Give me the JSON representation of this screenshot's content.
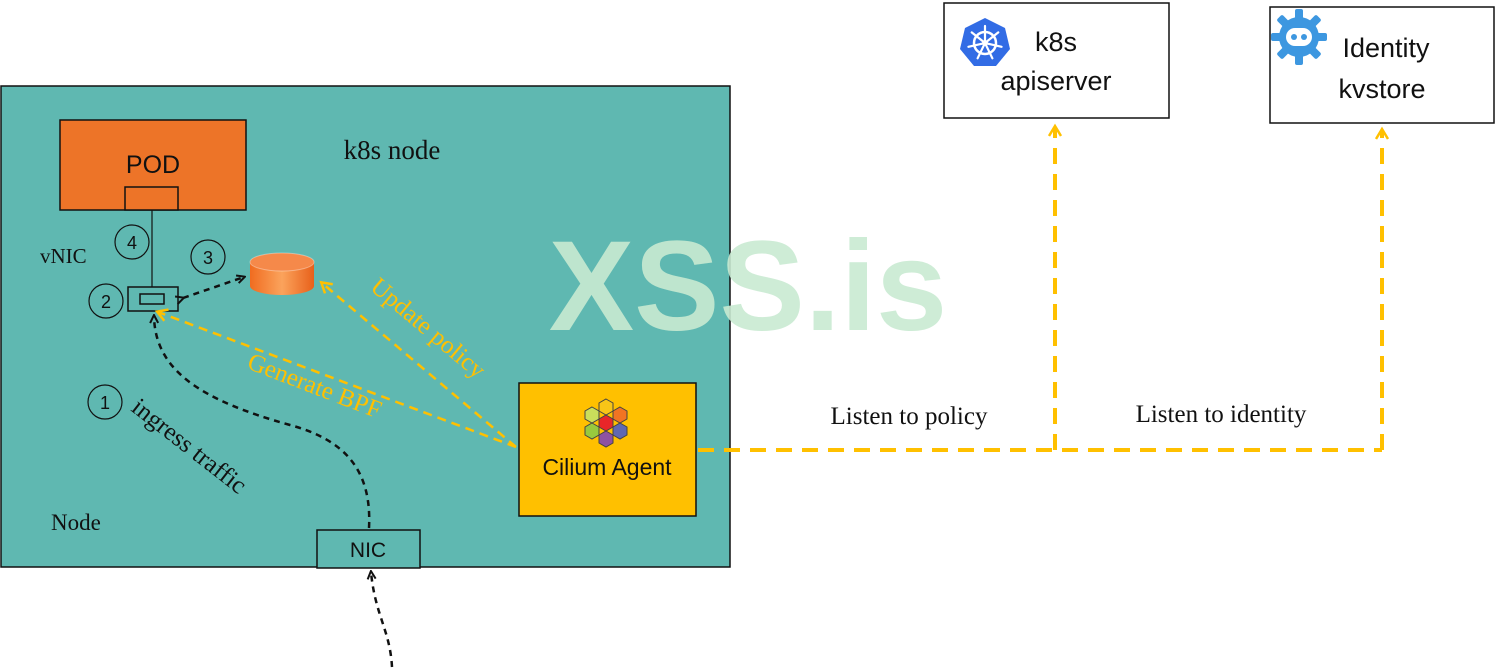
{
  "colors": {
    "node_fill": "#5fb8b1",
    "pod_fill": "#ed7428",
    "agent_fill": "#ffc000",
    "policy_arrow": "#ffc000",
    "policy_text": "#ffc000",
    "traffic_arrow": "#111111",
    "watermark": "#c9ead1",
    "k8s_logo": "#326ce5",
    "kvstore_logo": "#3d97e0",
    "outline": "#111111"
  },
  "node": {
    "title": "k8s node",
    "footer_label": "Node"
  },
  "pod": {
    "label": "POD"
  },
  "vnic": {
    "label": "vNIC"
  },
  "nic": {
    "label": "NIC"
  },
  "steps": {
    "s1": "1",
    "s2": "2",
    "s3": "3",
    "s4": "4"
  },
  "ingress": {
    "label": "ingress traffic"
  },
  "arrows": {
    "generate_bpf": "Generate BPF",
    "update_policy": "Update policy"
  },
  "agent": {
    "label": "Cilium Agent",
    "logo_icon": "cilium-hexagons-icon"
  },
  "apiserver": {
    "line1": "k8s",
    "line2": "apiserver",
    "logo_icon": "kubernetes-helm-icon"
  },
  "kvstore": {
    "line1": "Identity",
    "line2": "kvstore",
    "logo_icon": "kvstore-gear-icon"
  },
  "links": {
    "listen_policy": "Listen to policy",
    "listen_identity": "Listen to identity"
  },
  "watermark": {
    "text": "XSS.is"
  }
}
